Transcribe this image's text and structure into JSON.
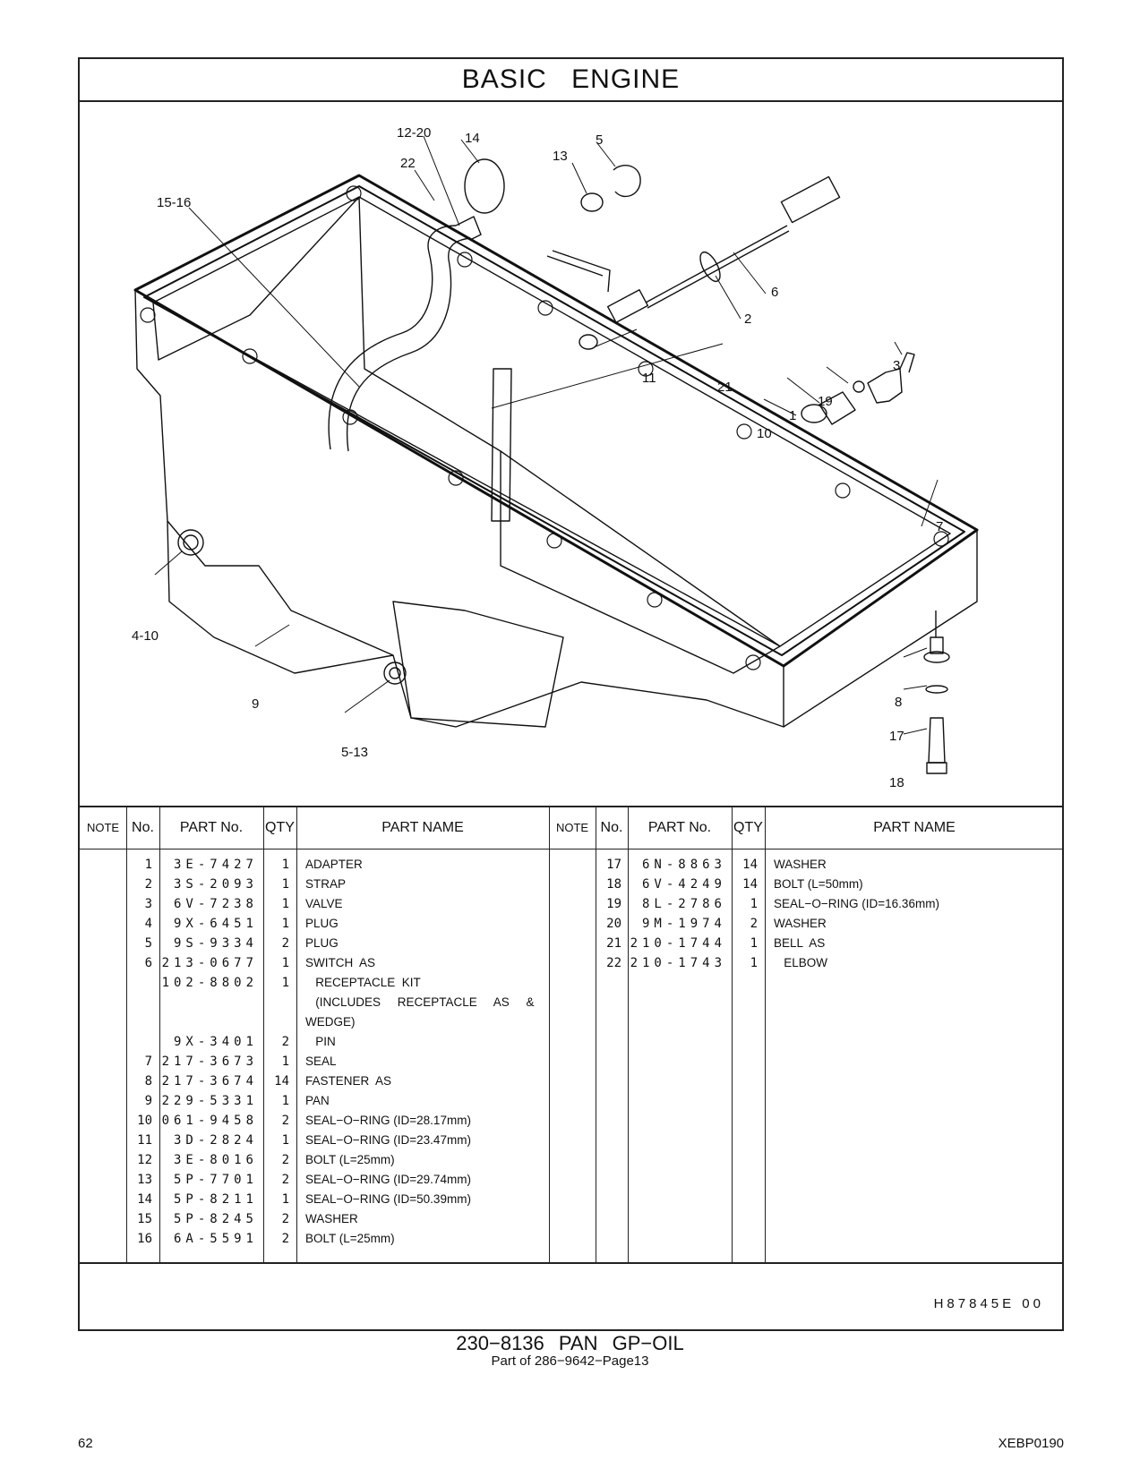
{
  "header": {
    "title": "BASIC ENGINE"
  },
  "callouts": [
    {
      "label": "12-20"
    },
    {
      "label": "14"
    },
    {
      "label": "5"
    },
    {
      "label": "13"
    },
    {
      "label": "22"
    },
    {
      "label": "15-16"
    },
    {
      "label": "6"
    },
    {
      "label": "2"
    },
    {
      "label": "11"
    },
    {
      "label": "21"
    },
    {
      "label": "3"
    },
    {
      "label": "19"
    },
    {
      "label": "1"
    },
    {
      "label": "10"
    },
    {
      "label": "7"
    },
    {
      "label": "4-10"
    },
    {
      "label": "9"
    },
    {
      "label": "5-13"
    },
    {
      "label": "8"
    },
    {
      "label": "17"
    },
    {
      "label": "18"
    }
  ],
  "table": {
    "headers": {
      "note": "NOTE",
      "no": "No.",
      "part_no": "PART No.",
      "qty": "QTY",
      "part_name": "PART NAME"
    },
    "left_rows": [
      {
        "no": "1",
        "part": "3E-7427",
        "qty": "1",
        "name": "ADAPTER"
      },
      {
        "no": "2",
        "part": "3S-2093",
        "qty": "1",
        "name": "STRAP"
      },
      {
        "no": "3",
        "part": "6V-7238",
        "qty": "1",
        "name": "VALVE"
      },
      {
        "no": "4",
        "part": "9X-6451",
        "qty": "1",
        "name": "PLUG"
      },
      {
        "no": "5",
        "part": "9S-9334",
        "qty": "2",
        "name": "PLUG"
      },
      {
        "no": "6",
        "part": "213-0677",
        "qty": "1",
        "name": "SWITCH  AS"
      },
      {
        "no": "",
        "part": "102-8802",
        "qty": "1",
        "name": "   RECEPTACLE  KIT"
      },
      {
        "no": "",
        "part": "",
        "qty": "",
        "name": "   (INCLUDES     RECEPTACLE     AS     &"
      },
      {
        "no": "",
        "part": "",
        "qty": "",
        "name": "WEDGE)"
      },
      {
        "no": "",
        "part": "9X-3401",
        "qty": "2",
        "name": "   PIN"
      },
      {
        "no": "7",
        "part": "217-3673",
        "qty": "1",
        "name": "SEAL"
      },
      {
        "no": "8",
        "part": "217-3674",
        "qty": "14",
        "name": "FASTENER  AS"
      },
      {
        "no": "9",
        "part": "229-5331",
        "qty": "1",
        "name": "PAN"
      },
      {
        "no": "10",
        "part": "061-9458",
        "qty": "2",
        "name": "SEAL−O−RING (ID=28.17mm)"
      },
      {
        "no": "11",
        "part": "3D-2824",
        "qty": "1",
        "name": "SEAL−O−RING (ID=23.47mm)"
      },
      {
        "no": "12",
        "part": "3E-8016",
        "qty": "2",
        "name": "BOLT (L=25mm)"
      },
      {
        "no": "13",
        "part": "5P-7701",
        "qty": "2",
        "name": "SEAL−O−RING (ID=29.74mm)"
      },
      {
        "no": "14",
        "part": "5P-8211",
        "qty": "1",
        "name": "SEAL−O−RING (ID=50.39mm)"
      },
      {
        "no": "15",
        "part": "5P-8245",
        "qty": "2",
        "name": "WASHER"
      },
      {
        "no": "16",
        "part": "6A-5591",
        "qty": "2",
        "name": "BOLT (L=25mm)"
      }
    ],
    "right_rows": [
      {
        "no": "17",
        "part": "6N-8863",
        "qty": "14",
        "name": "WASHER"
      },
      {
        "no": "18",
        "part": "6V-4249",
        "qty": "14",
        "name": "BOLT (L=50mm)"
      },
      {
        "no": "19",
        "part": "8L-2786",
        "qty": "1",
        "name": "SEAL−O−RING (ID=16.36mm)"
      },
      {
        "no": "20",
        "part": "9M-1974",
        "qty": "2",
        "name": "WASHER"
      },
      {
        "no": "21",
        "part": "210-1744",
        "qty": "1",
        "name": "BELL  AS"
      },
      {
        "no": "22",
        "part": "210-1743",
        "qty": "1",
        "name": "   ELBOW"
      }
    ]
  },
  "footer": {
    "reference": "H87845E   00",
    "caption_main": "230−8136  PAN  GP−OIL",
    "caption_sub": "Part of 286−9642−Page13",
    "page_number": "62",
    "doc_code": "XEBP0190"
  }
}
